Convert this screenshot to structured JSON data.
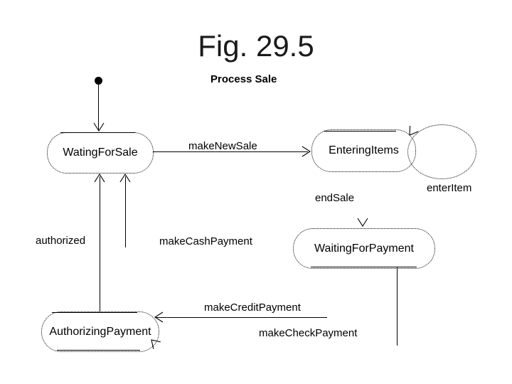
{
  "slide": {
    "figure_title": "Fig. 29.5",
    "diagram_title": "Process Sale"
  },
  "colors": {
    "ink": "#000000",
    "background": "#ffffff"
  },
  "diagram": {
    "type": "uml-statechart",
    "initial_pseudostate": {
      "to": "WatingForSale"
    },
    "states": [
      {
        "name": "WatingForSale"
      },
      {
        "name": "EnteringItems"
      },
      {
        "name": "WaitingForPayment"
      },
      {
        "name": "AuthorizingPayment"
      }
    ],
    "transitions": [
      {
        "label": "makeNewSale",
        "from": "WatingForSale",
        "to": "EnteringItems"
      },
      {
        "label": "enterItem",
        "from": "EnteringItems",
        "to": "EnteringItems"
      },
      {
        "label": "endSale",
        "from": "EnteringItems",
        "to": "WaitingForPayment"
      },
      {
        "label": "makeCashPayment",
        "from": "WaitingForPayment",
        "to": "WatingForSale"
      },
      {
        "label": "authorized",
        "from": "AuthorizingPayment",
        "to": "WatingForSale"
      },
      {
        "label": "makeCreditPayment",
        "from": "WaitingForPayment",
        "to": "AuthorizingPayment"
      },
      {
        "label": "makeCheckPayment",
        "from": "WaitingForPayment",
        "to": "AuthorizingPayment"
      }
    ]
  }
}
